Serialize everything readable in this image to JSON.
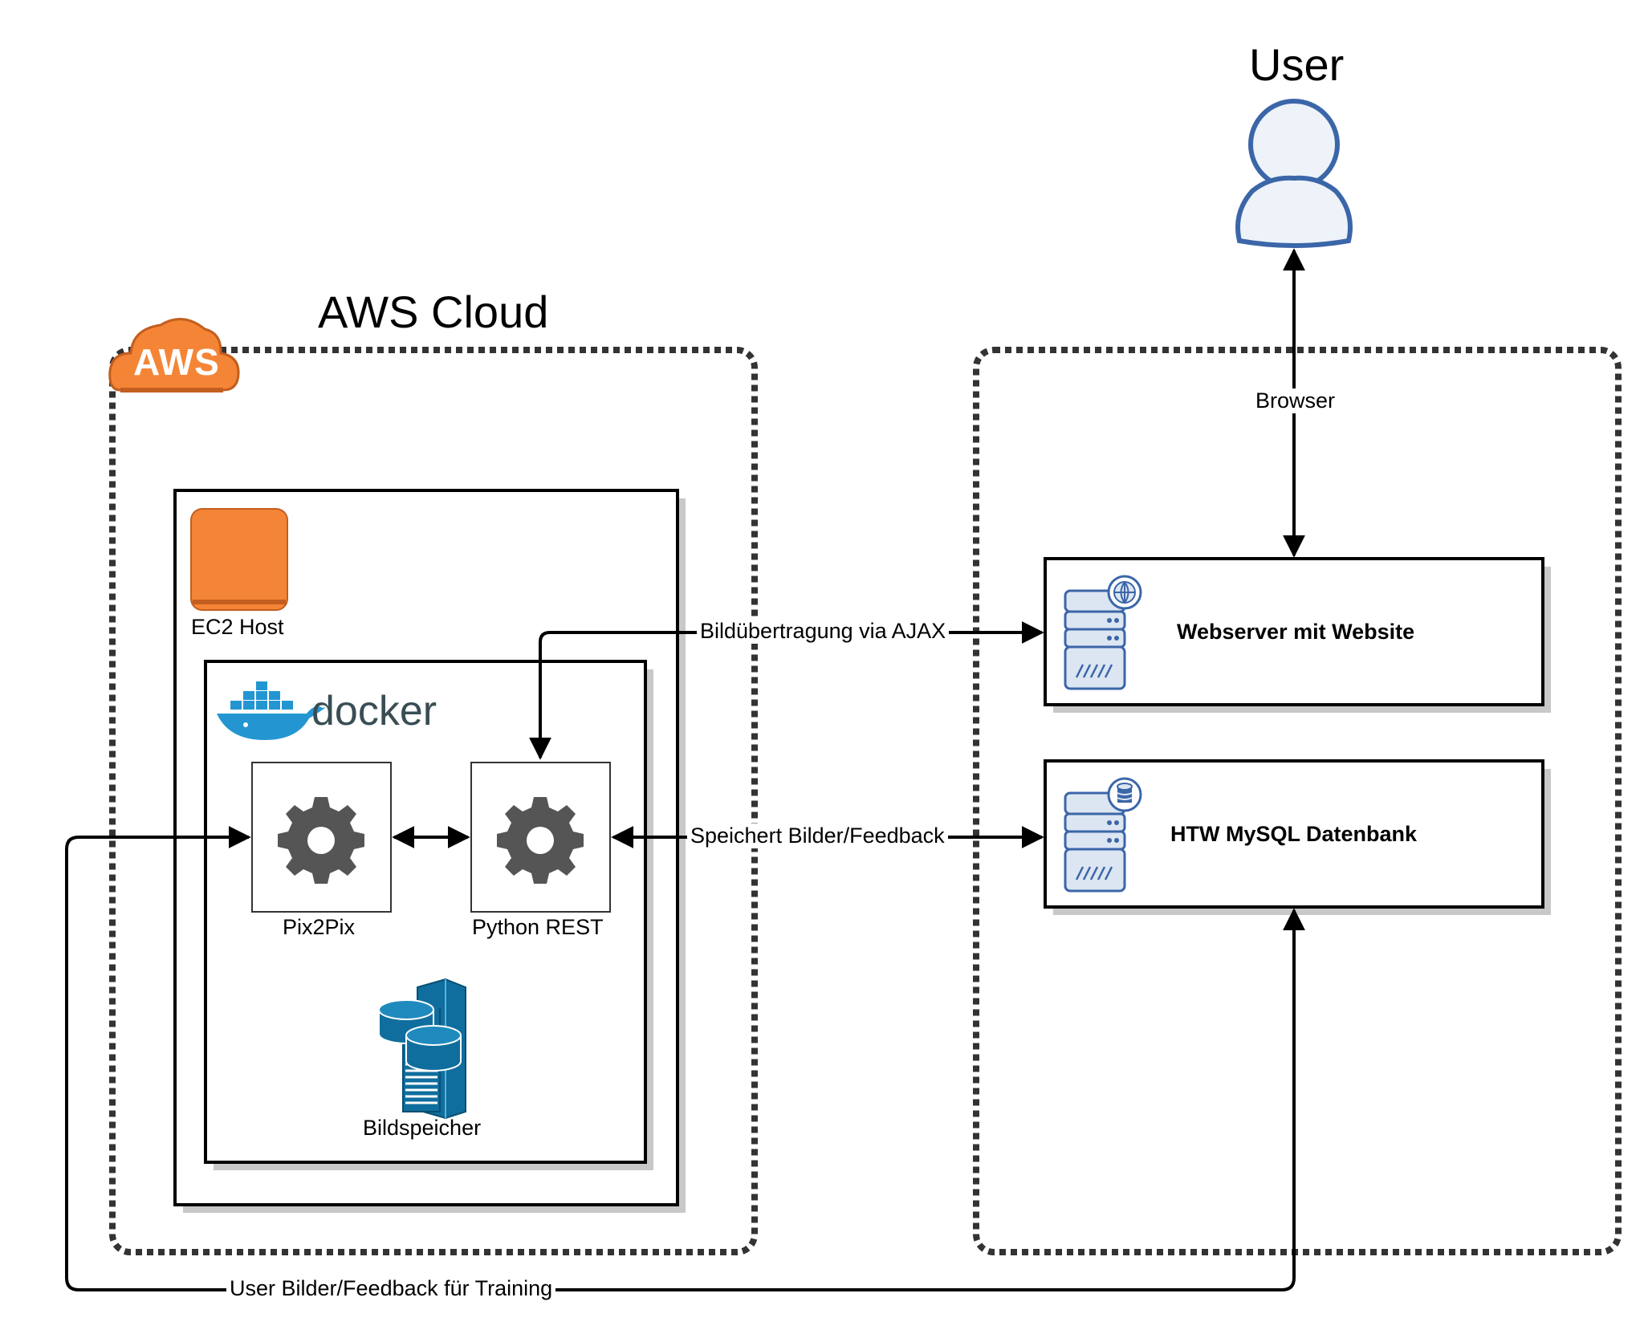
{
  "user": {
    "title": "User",
    "icon": "user-icon"
  },
  "aws": {
    "title": "AWS Cloud",
    "logo_text": "AWS",
    "color": "#F58536"
  },
  "ec2": {
    "label": "EC2 Host",
    "color": "#F58536"
  },
  "docker": {
    "logo_text": "docker",
    "color": "#2396D2"
  },
  "services": {
    "pix2pix": "Pix2Pix",
    "python_rest": "Python REST",
    "storage": "Bildspeicher"
  },
  "servers": {
    "webserver": "Webserver mit Website",
    "database": "HTW MySQL Datenbank"
  },
  "edges": {
    "browser": "Browser",
    "ajax": "Bildübertragung via AJAX",
    "store": "Speichert Bilder/Feedback",
    "training": "User Bilder/Feedback für Training"
  },
  "colors": {
    "server_fill": "#DCE5F2",
    "server_stroke": "#3B66A8",
    "gear": "#555555",
    "storage": "#0F6E9E"
  }
}
